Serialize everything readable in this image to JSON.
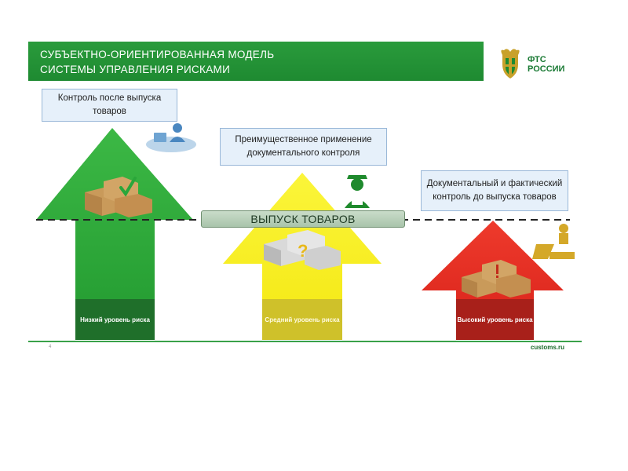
{
  "header": {
    "title_line1": "СУБЪЕКТНО-ОРИЕНТИРОВАННАЯ МОДЕЛЬ",
    "title_line2": "СИСТЕМЫ УПРАВЛЕНИЯ РИСКАМИ"
  },
  "logo": {
    "line1": "ФТС",
    "line2": "РОССИИ",
    "icon": "double-headed-eagle-emblem"
  },
  "callouts": {
    "low": "Контроль после выпуска товаров",
    "medium": "Преимущественное применение документального контроля",
    "high": "Документальный и фактический контроль до выпуска товаров"
  },
  "release_label": "ВЫПУСК ТОВАРОВ",
  "levels": {
    "low": "Низкий уровень риска",
    "medium": "Средний уровень риска",
    "high": "Высокий уровень риска"
  },
  "colors": {
    "low": "#2fa53a",
    "medium": "#f2ec12",
    "high": "#e22a1c",
    "brand": "#1e8a31"
  },
  "icons": [
    "computer-operator-icon",
    "customs-officer-icon",
    "inspection-icon",
    "boxes-checkmark-icon",
    "boxes-question-icon",
    "boxes-exclamation-icon"
  ],
  "footer": {
    "url": "customs.ru",
    "page": "4"
  }
}
